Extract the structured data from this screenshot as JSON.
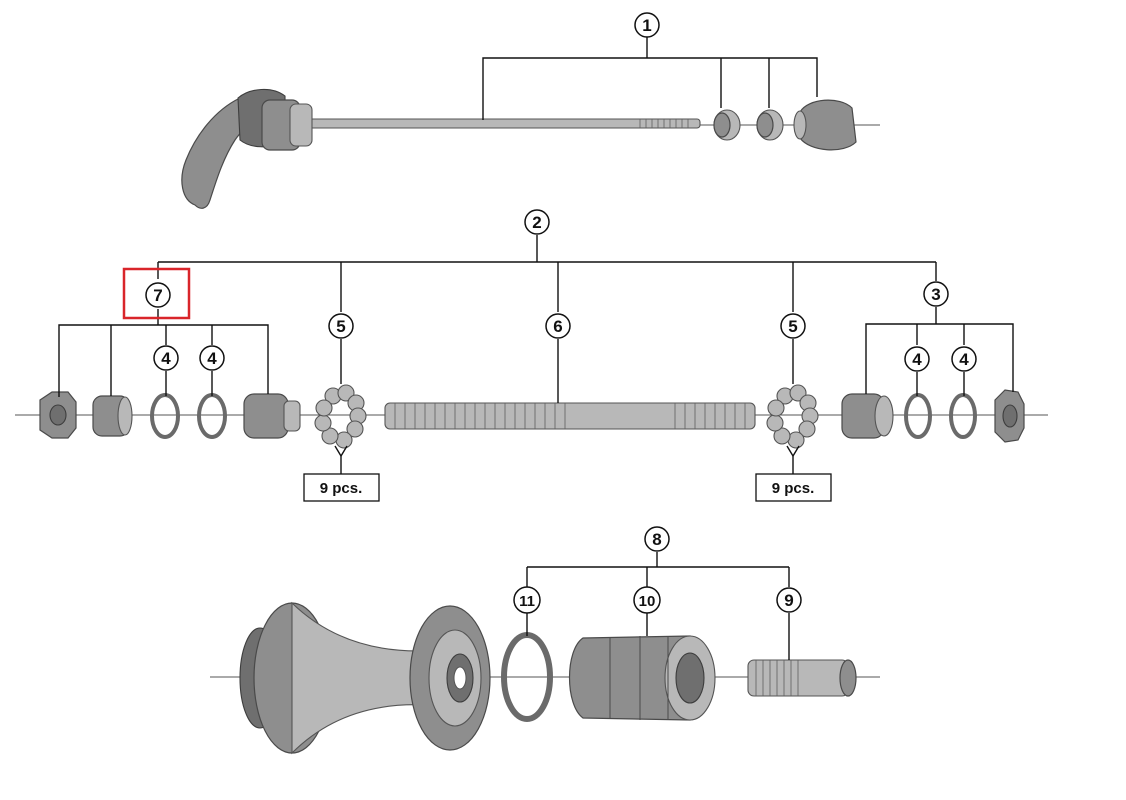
{
  "callouts": {
    "c1": "1",
    "c2": "2",
    "c3": "3",
    "c4a": "4",
    "c4b": "4",
    "c4c": "4",
    "c4d": "4",
    "c5a": "5",
    "c5b": "5",
    "c6": "6",
    "c7": "7",
    "c8": "8",
    "c9": "9",
    "c10": "10",
    "c11": "11"
  },
  "notes": {
    "balls_left": "9 pcs.",
    "balls_right": "9 pcs."
  },
  "colors": {
    "highlight": "#d9252a",
    "part": "#8e8e8e",
    "line": "#111111"
  }
}
